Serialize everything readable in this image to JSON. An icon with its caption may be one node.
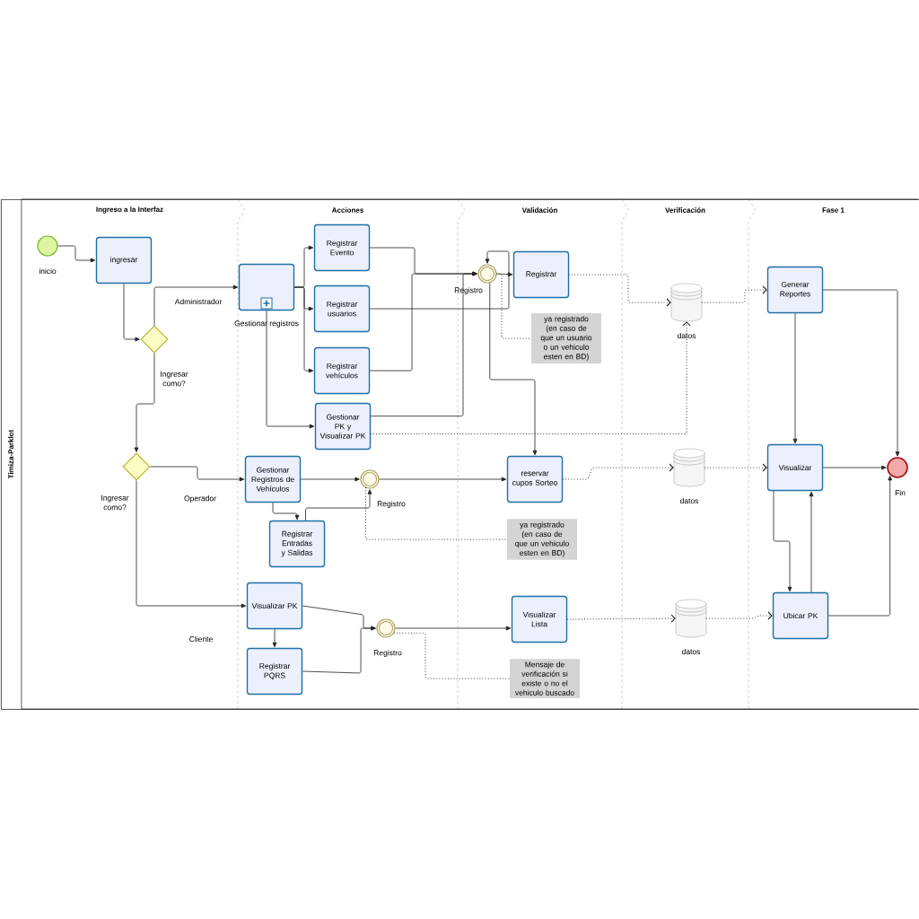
{
  "diagram": {
    "nodes": [
      {
        "text": [
          "Timiza-Parklot"
        ]
      },
      {
        "text": [
          "Ingreso a la Interfaz"
        ],
        "in": 0
      },
      {
        "text": [
          "Acciones"
        ],
        "in": 0
      },
      {
        "text": [
          "Validación"
        ],
        "in": 0
      },
      {
        "text": [
          "Verificación"
        ],
        "in": 0
      },
      {
        "text": [
          "Fase 1"
        ],
        "in": 0
      },
      {
        "text": [
          "inicio"
        ],
        "in": 1
      },
      {
        "text": [
          "ingresar"
        ],
        "in": 1
      },
      {
        "text": [
          "Ingresar como?"
        ],
        "in": 1
      },
      {
        "text": [
          "Gestionar registros"
        ],
        "in": 2
      },
      {
        "text": [
          "Registrar Evento"
        ],
        "in": 2
      },
      {
        "text": [
          "Registrar usuarios"
        ],
        "in": 2
      },
      {
        "text": [
          "Registrar vehículos"
        ],
        "in": 2
      },
      {
        "text": [
          "Gestionar PK y Visualizar PK"
        ],
        "in": 2
      },
      {
        "text": [
          "Registro"
        ],
        "in": 3
      },
      {
        "text": [
          "Registrar"
        ],
        "in": 3
      },
      {
        "text": [
          "ya registrado (en caso de que un usuario o un vehiculo esten en BD)"
        ],
        "in": 3
      },
      {
        "text": [
          "datos"
        ],
        "in": 4
      },
      {
        "text": [
          "Generar Reportes"
        ],
        "in": 5
      },
      {
        "text": [
          "Ingresar como?"
        ],
        "in": 1
      },
      {
        "text": [
          "Gestionar Registros de Vehículos"
        ],
        "in": 2
      },
      {
        "text": [
          "Registro"
        ],
        "in": 2
      },
      {
        "text": [
          "Registrar Entradas y Salidas"
        ],
        "in": 2
      },
      {
        "text": [
          "reservar cupos Sorteo"
        ],
        "in": 3
      },
      {
        "text": [
          "ya registrado (en caso de que un vehiculo esten en BD)"
        ],
        "in": 3
      },
      {
        "text": [
          "datos"
        ],
        "in": 4
      },
      {
        "text": [
          "Visualizar"
        ],
        "in": 5
      },
      {
        "text": [
          "Fin"
        ],
        "in": 5
      },
      {
        "text": [
          "Visualizar PK"
        ],
        "in": 2
      },
      {
        "text": [
          "Registrar PQRS"
        ],
        "in": 2
      },
      {
        "text": [
          "Registro"
        ],
        "in": 2
      },
      {
        "text": [
          "Visualizar Lista"
        ],
        "in": 3
      },
      {
        "text": [
          "Mensaje de verificación si existe o no el vehiculo buscado"
        ],
        "in": 3
      },
      {
        "text": [
          "datos"
        ],
        "in": 4
      },
      {
        "text": [
          "Ubicar PK"
        ],
        "in": 5
      }
    ],
    "edges": [
      {
        "from": 6,
        "to": 7,
        "arrow": "to"
      },
      {
        "from": 7,
        "to": 8,
        "arrow": "to"
      },
      {
        "from": 8,
        "to": 9,
        "arrow": "to",
        "label": "Administrador"
      },
      {
        "from": 8,
        "to": 19,
        "arrow": "to"
      },
      {
        "from": 9,
        "to": 10,
        "arrow": "to"
      },
      {
        "from": 9,
        "to": 11,
        "arrow": "to"
      },
      {
        "from": 9,
        "to": 12,
        "arrow": "to"
      },
      {
        "from": 9,
        "to": 13,
        "arrow": "to"
      },
      {
        "from": 10,
        "to": 14,
        "arrow": "to"
      },
      {
        "from": 11,
        "to": 14,
        "arrow": "to"
      },
      {
        "from": 12,
        "to": 14,
        "arrow": "to"
      },
      {
        "from": 13,
        "to": 14,
        "arrow": "to"
      },
      {
        "from": 14,
        "to": 15,
        "arrow": "to"
      },
      {
        "from": 15,
        "to": 17,
        "arrow": "to",
        "style": "dashed"
      },
      {
        "from": 14,
        "to": 16,
        "arrow": "none",
        "style": "dashed"
      },
      {
        "from": 17,
        "to": 18,
        "arrow": "to",
        "style": "dashed"
      },
      {
        "from": 13,
        "to": 17,
        "arrow": "to",
        "style": "dashed"
      },
      {
        "from": 14,
        "to": 23,
        "arrow": "to"
      },
      {
        "from": 18,
        "to": 26,
        "arrow": "to"
      },
      {
        "from": 18,
        "to": 27,
        "arrow": "to"
      },
      {
        "from": 19,
        "to": 20,
        "arrow": "to",
        "label": "Operador"
      },
      {
        "from": 19,
        "to": 28,
        "arrow": "to",
        "label": "Cliente"
      },
      {
        "from": 20,
        "to": 21,
        "arrow": "to"
      },
      {
        "from": 20,
        "to": 22,
        "arrow": "to"
      },
      {
        "from": 22,
        "to": 21,
        "arrow": "to"
      },
      {
        "from": 21,
        "to": 23,
        "arrow": "to"
      },
      {
        "from": 21,
        "to": 24,
        "arrow": "none",
        "style": "dashed"
      },
      {
        "from": 23,
        "to": 25,
        "arrow": "to",
        "style": "dashed"
      },
      {
        "from": 25,
        "to": 26,
        "arrow": "to",
        "style": "dashed"
      },
      {
        "from": 26,
        "to": 27,
        "arrow": "to"
      },
      {
        "from": 26,
        "to": 34,
        "arrow": "to"
      },
      {
        "from": 34,
        "to": 26,
        "arrow": "to"
      },
      {
        "from": 34,
        "to": 27,
        "arrow": "to"
      },
      {
        "from": 28,
        "to": 29,
        "arrow": "to"
      },
      {
        "from": 28,
        "to": 30,
        "arrow": "to"
      },
      {
        "from": 29,
        "to": 30,
        "arrow": "to"
      },
      {
        "from": 30,
        "to": 31,
        "arrow": "to"
      },
      {
        "from": 30,
        "to": 32,
        "arrow": "none",
        "style": "dashed"
      },
      {
        "from": 31,
        "to": 33,
        "arrow": "to",
        "style": "dashed"
      },
      {
        "from": 33,
        "to": 34,
        "arrow": "to",
        "style": "dashed"
      }
    ]
  }
}
